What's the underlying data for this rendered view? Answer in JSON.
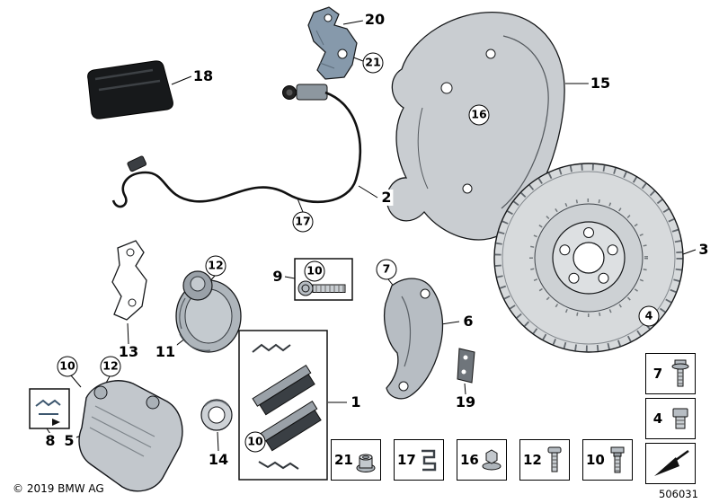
{
  "footer": {
    "copyright": "© 2019 BMW AG",
    "diagram_number": "506031"
  },
  "callouts": {
    "n1": "1",
    "n2": "2",
    "n3": "3",
    "n4": "4",
    "n5": "5",
    "n6": "6",
    "n7": "7",
    "n8": "8",
    "n9": "9",
    "n10": "10",
    "n11": "11",
    "n12": "12",
    "n13": "13",
    "n14": "14",
    "n15": "15",
    "n16": "16",
    "n17": "17",
    "n18": "18",
    "n19": "19",
    "n20": "20",
    "n21": "21"
  }
}
